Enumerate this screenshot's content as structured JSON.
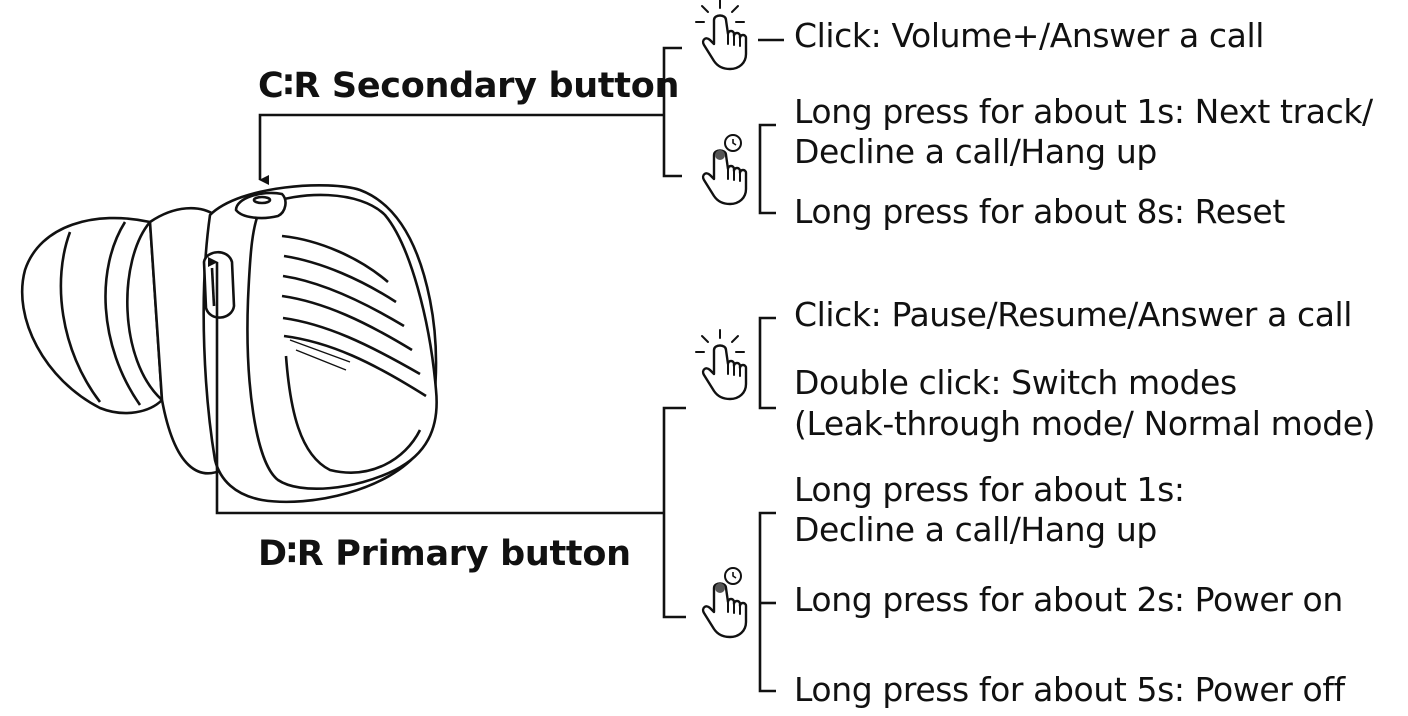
{
  "secondary_button": {
    "label": "C∶R Secondary button",
    "actions": {
      "click": "Click: Volume+/Answer a call",
      "long_1s_line1": "Long press for about 1s: Next track/",
      "long_1s_line2": "Decline a call/Hang up",
      "long_8s": "Long press for about 8s: Reset"
    }
  },
  "primary_button": {
    "label": "D∶R Primary button",
    "actions": {
      "click": "Click: Pause/Resume/Answer a call",
      "double_click_line1": "Double click: Switch modes",
      "double_click_line2": "(Leak-through mode/ Normal mode)",
      "long_1s_line1": "Long press for about 1s:",
      "long_1s_line2": "Decline a call/Hang up",
      "long_2s": "Long press for about 2s: Power on",
      "long_5s": "Long press for about 5s: Power off"
    }
  },
  "icons": [
    "tap-hand-icon",
    "press-hold-hand-icon"
  ]
}
